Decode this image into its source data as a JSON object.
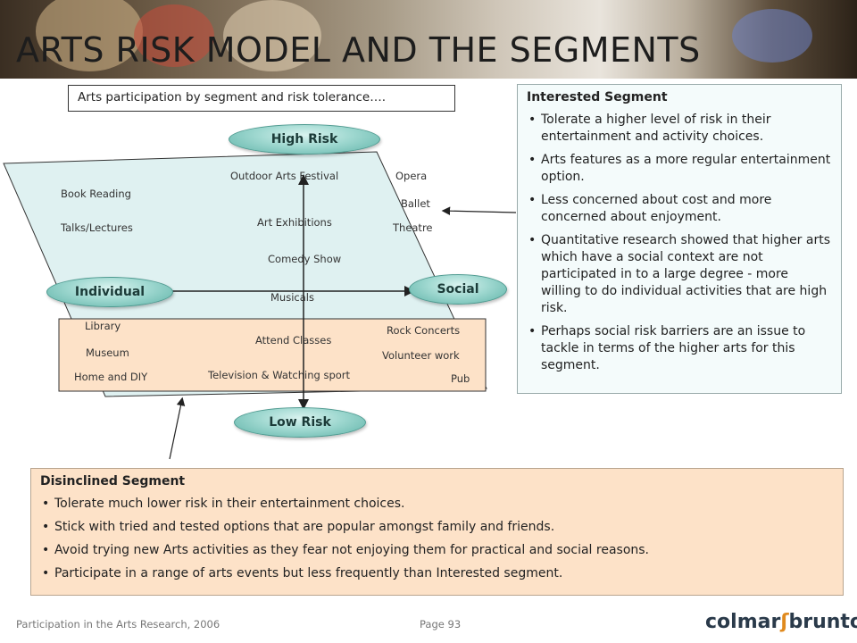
{
  "title": "ARTS RISK MODEL AND THE SEGMENTS",
  "caption": "Arts participation by segment and risk tolerance….",
  "axes": {
    "high": "High Risk",
    "low": "Low Risk",
    "left": "Individual",
    "right": "Social"
  },
  "activities": {
    "book_reading": "Book Reading",
    "talks_lectures": "Talks/Lectures",
    "outdoor_arts_festival": "Outdoor Arts Festival",
    "opera": "Opera",
    "ballet": "Ballet",
    "theatre": "Theatre",
    "art_exhibitions": "Art Exhibitions",
    "comedy_show": "Comedy Show",
    "musicals": "Musicals",
    "library": "Library",
    "museum": "Museum",
    "home_diy": "Home and DIY",
    "attend_classes": "Attend Classes",
    "tv_sport": "Television & Watching sport",
    "rock_concerts": "Rock Concerts",
    "volunteer_work": "Volunteer  work",
    "pub": "Pub"
  },
  "interested": {
    "heading": "Interested Segment",
    "bullets": [
      "Tolerate a higher level of risk in their entertainment and activity choices.",
      "Arts features as a more regular entertainment option.",
      "Less concerned about cost and more concerned about enjoyment.",
      "Quantitative research showed that higher arts which have a social context are not participated in to a large degree - more willing to do individual activities that are high risk.",
      "Perhaps social risk barriers are an issue to tackle in terms of the higher arts for this segment."
    ]
  },
  "disinclined": {
    "heading": "Disinclined Segment",
    "bullets": [
      "Tolerate much lower risk in their entertainment choices.",
      "Stick with tried and tested options that are popular amongst family and friends.",
      "Avoid trying new Arts activities as they fear not enjoying them for practical and social reasons.",
      "Participate in a range of arts events but less frequently than Interested segment."
    ]
  },
  "footer": {
    "source": "Participation in the Arts Research, 2006",
    "page": "Page 93",
    "logo_part1": "colmar",
    "logo_part2": "brunton"
  },
  "colors": {
    "interested_fill": "#dff1f1",
    "disinclined_fill": "#fde2c8",
    "pill_fill": "#9fd8d0"
  }
}
